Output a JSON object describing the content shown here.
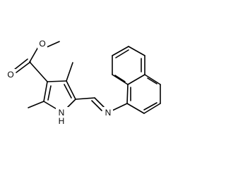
{
  "molecule": {
    "atoms": {
      "ester_carbonyl_o": "O",
      "ester_ether_o": "O",
      "pyrrole_nh": "NH",
      "imine_n": "N"
    }
  },
  "colors": {
    "bond": "#000000",
    "label": "#000000",
    "background": "#ffffff"
  }
}
